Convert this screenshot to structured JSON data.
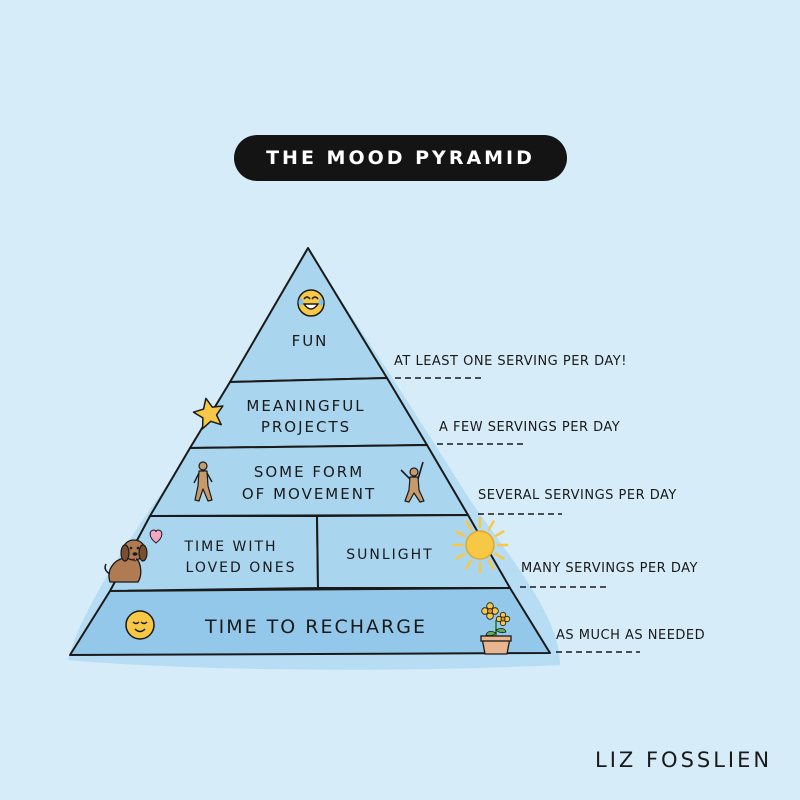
{
  "title": "THE MOOD PYRAMID",
  "tiers": [
    {
      "id": "fun",
      "lines": [
        "FUN"
      ],
      "serving": "AT LEAST ONE SERVING PER DAY!"
    },
    {
      "id": "projects",
      "lines": [
        "MEANINGFUL",
        "PROJECTS"
      ],
      "serving": "A FEW SERVINGS PER DAY"
    },
    {
      "id": "movement",
      "lines": [
        "SOME FORM",
        "OF MOVEMENT"
      ],
      "serving": "SEVERAL SERVINGS PER DAY"
    },
    {
      "id": "loved",
      "lines": [
        "TIME WITH",
        "LOVED ONES"
      ],
      "serving": "MANY SERVINGS PER DAY"
    },
    {
      "id": "sunlight",
      "lines": [
        "SUNLIGHT"
      ]
    },
    {
      "id": "recharge",
      "lines": [
        "TIME TO RECHARGE"
      ],
      "serving": "AS MUCH AS NEEDED"
    }
  ],
  "signature": "LIZ FOSSLIEN",
  "colors": {
    "background": "#d6ecf8",
    "tier_fill": "#a9d5ef",
    "tier_dark": "#94c8ea",
    "outline": "#1a1a1a",
    "icon_yellow": "#f6c845",
    "figure_brown": "#c79a6c"
  },
  "icons": [
    "laughing-face-icon",
    "star-icon",
    "walking-person-icon",
    "dancing-person-icon",
    "dog-icon",
    "heart-icon",
    "sun-icon",
    "smiling-face-icon",
    "flower-pot-icon"
  ]
}
